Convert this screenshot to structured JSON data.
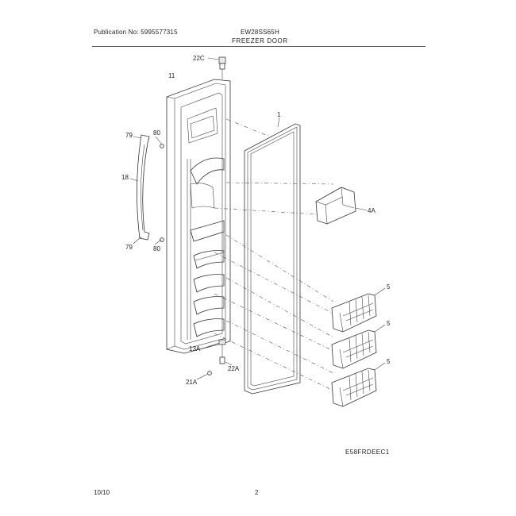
{
  "header": {
    "publication": "Publication No: 5995577315",
    "model": "EW28SS65H",
    "section_title": "FREEZER DOOR"
  },
  "footer": {
    "diagram_code": "E58FRDEEC1",
    "date": "10/10",
    "page": "2"
  },
  "callouts": {
    "c22C": "22C",
    "c11": "11",
    "c80a": "80",
    "c79a": "79",
    "c18": "18",
    "c79b": "79",
    "c80b": "80",
    "c1": "1",
    "c4A": "4A",
    "c5a": "5",
    "c5b": "5",
    "c5c": "5",
    "c13A": "13A",
    "c22A": "22A",
    "c21A": "21A"
  }
}
